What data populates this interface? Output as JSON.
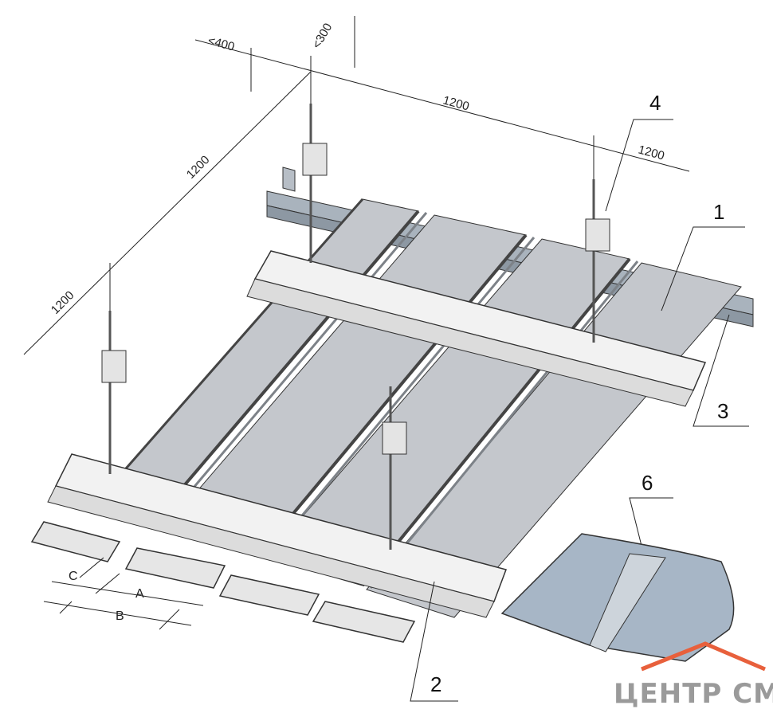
{
  "dimensions": {
    "spacing_edge": "<400",
    "spacing_hanger": "<300",
    "length_top": "1200",
    "length_right": "1200",
    "length_left_upper": "1200",
    "length_left_lower": "1200"
  },
  "callouts": {
    "panel": "1",
    "carrier": "2",
    "wall_angle": "3",
    "hanger": "4",
    "joint": "6"
  },
  "panel_dimensions": {
    "gap": "C",
    "panel_width": "A",
    "module": "B"
  },
  "logo": {
    "text": "ЦЕНТР СМ"
  },
  "colors": {
    "panel_fill": "#c4c7cc",
    "panel_dark": "#8f949b",
    "carrier_fill": "#f2f2f2",
    "wall_angle": "#a9b3bd",
    "sample_panel": "#a7b6c6",
    "logo_accent": "#e8603c"
  }
}
